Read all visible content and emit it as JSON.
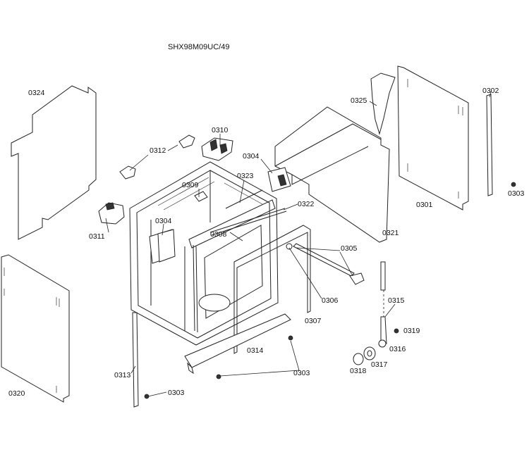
{
  "title": "SHX98M09UC/49",
  "labels": {
    "p0324": "0324",
    "p0312": "0312",
    "p0310": "0310",
    "p0304a": "0304",
    "p0309": "0309",
    "p0323": "0323",
    "p0304b": "0304",
    "p0322": "0322",
    "p0308": "0308",
    "p0311": "0311",
    "p0325": "0325",
    "p0302": "0302",
    "p0303a": "0303",
    "p0301": "0301",
    "p0321": "0321",
    "p0305": "0305",
    "p0306": "0306",
    "p0307": "0307",
    "p0315": "0315",
    "p0319": "0319",
    "p0316": "0316",
    "p0317": "0317",
    "p0318": "0318",
    "p0314": "0314",
    "p0303b": "0303",
    "p0313": "0313",
    "p0303c": "0303",
    "p0320": "0320"
  }
}
